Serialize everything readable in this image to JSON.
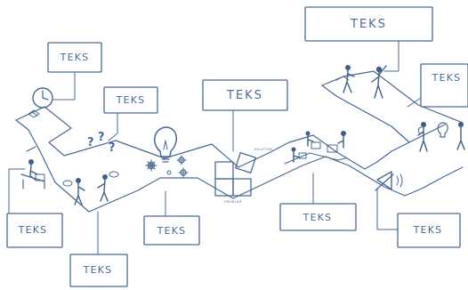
{
  "labels": {
    "box_top_center": "TEKS",
    "box_upper_left": "TEKS",
    "box_clock": "TEKS",
    "box_lightbulb": "TEKS",
    "box_upper_right": "TEKS",
    "box_left_bottom": "TEKS",
    "box_bottom_left": "TEKS",
    "box_bottom_center_left": "TEKS",
    "box_bottom_center": "TEKS",
    "box_bottom_right": "TEKS",
    "caption_problem": "PROBLEM",
    "caption_solution": "SOLUTION"
  },
  "colors": {
    "ink": "#4a6a93",
    "background": "#ffffff"
  },
  "icons": [
    "clock-icon",
    "question-mark-icon",
    "lightbulb-icon",
    "gear-icon",
    "puzzle-blocks-icon",
    "megaphone-icon",
    "person-icon",
    "desk-icon"
  ]
}
